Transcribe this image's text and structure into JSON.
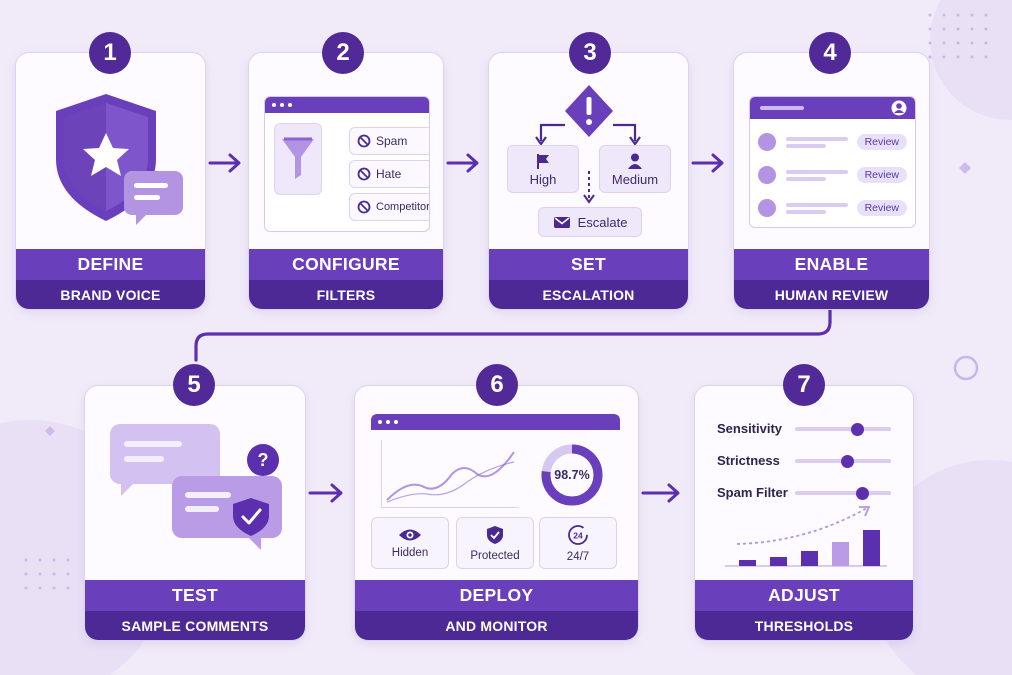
{
  "steps": [
    {
      "number": "1",
      "title": "DEFINE",
      "subtitle": "BRAND VOICE"
    },
    {
      "number": "2",
      "title": "CONFIGURE",
      "subtitle": "FILTERS"
    },
    {
      "number": "3",
      "title": "SET",
      "subtitle": "ESCALATION"
    },
    {
      "number": "4",
      "title": "ENABLE",
      "subtitle": "HUMAN REVIEW"
    },
    {
      "number": "5",
      "title": "TEST",
      "subtitle": "SAMPLE COMMENTS"
    },
    {
      "number": "6",
      "title": "DEPLOY",
      "subtitle": "AND MONITOR"
    },
    {
      "number": "7",
      "title": "ADJUST",
      "subtitle": "THRESHOLDS"
    }
  ],
  "filters": {
    "items": [
      "Spam",
      "Hate",
      "Competitors"
    ]
  },
  "escalation": {
    "high": "High",
    "medium": "Medium",
    "escalate": "Escalate"
  },
  "review": {
    "buttons": [
      "Review",
      "Review",
      "Review"
    ]
  },
  "monitor": {
    "percent": "98.7%",
    "percent_value": 98.7,
    "stats": [
      "Hidden",
      "Protected",
      "24/7"
    ],
    "clock_glyph": "24"
  },
  "thresholds": {
    "sliders": [
      {
        "label": "Sensitivity",
        "value": 0.65
      },
      {
        "label": "Strictness",
        "value": 0.55
      },
      {
        "label": "Spam Filter",
        "value": 0.7
      }
    ],
    "bars": [
      1,
      1.5,
      2.5,
      4,
      6
    ]
  },
  "colors": {
    "primary": "#6a3fbb",
    "dark": "#4c2995",
    "badge": "#512a98",
    "accent": "#b294e2",
    "background": "#f1ebf9"
  }
}
